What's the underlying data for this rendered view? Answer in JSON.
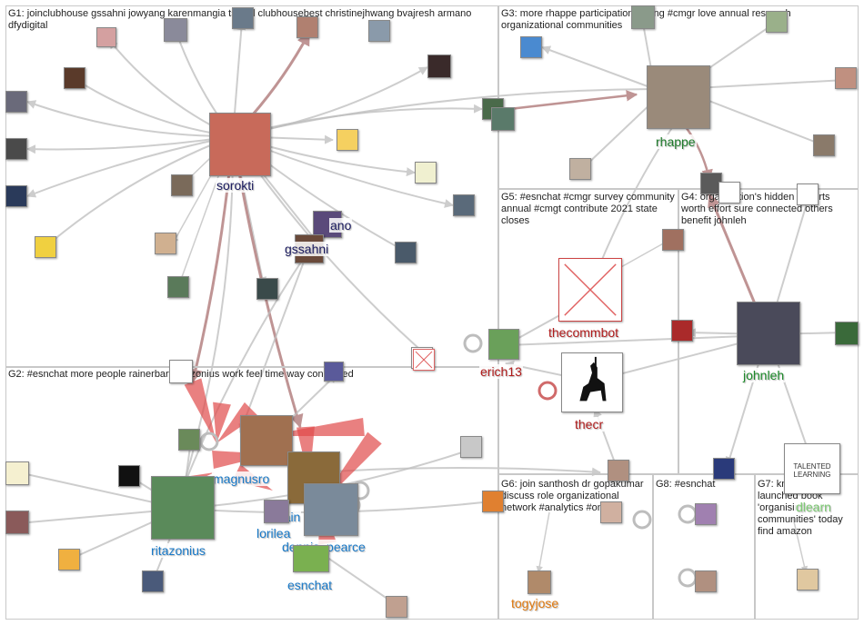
{
  "groups": [
    {
      "id": "G1",
      "label": "G1: joinclubhouse gssahni jowyang karenmangia tsedal clubhousebest christinejhwang bvajresh armano dfydigital"
    },
    {
      "id": "G2",
      "label": "G2: #esnchat more people rainerbartl ritazonius work feel time way connected"
    },
    {
      "id": "G3",
      "label": "G3: more rhappe participation calling #cmgr love annual research organizational communities"
    },
    {
      "id": "G4",
      "label": "G4: organization's hidden experts worth effort sure connected others benefit johnleh"
    },
    {
      "id": "G5",
      "label": "G5: #esnchat #cmgr survey community annual #cmgt contribute 2021 state closes"
    },
    {
      "id": "G6",
      "label": "G6: join santhosh dr gopakumar discuss role organizational network #analytics #ona"
    },
    {
      "id": "G7",
      "label": "G7: know officially launched book 'organising communities' today find amazon"
    },
    {
      "id": "G8",
      "label": "G8: #esnchat"
    }
  ],
  "labeled_nodes": [
    {
      "id": "sorokti",
      "label": "sorokti",
      "color": "#1a1a5e",
      "img": "#c86a5a"
    },
    {
      "id": "ano",
      "label": "ano",
      "color": "#1a1a5e",
      "img": "#5a4a7a"
    },
    {
      "id": "gssahni",
      "label": "gssahni",
      "color": "#1a1a5e",
      "img": "#6a4a3a"
    },
    {
      "id": "rhappe",
      "label": "rhappe",
      "color": "#1d7a2a",
      "img": "#9a8a7a"
    },
    {
      "id": "thecommbot",
      "label": "thecommbot",
      "color": "#b01c1c",
      "img": "#ffffff"
    },
    {
      "id": "erich13",
      "label": "erich13",
      "color": "#b01c1c",
      "img": "#6aa05a"
    },
    {
      "id": "thecr",
      "label": "thecr",
      "color": "#b01c1c",
      "img": "#ffffff"
    },
    {
      "id": "johnleh",
      "label": "johnleh",
      "color": "#1d8a2a",
      "img": "#4a4a5a"
    },
    {
      "id": "magnusro",
      "label": "magnusro",
      "color": "#1a7ac8",
      "img": "#a07050"
    },
    {
      "id": "ritazonius",
      "label": "ritazonius",
      "color": "#1a7ac8",
      "img": "#5a8a5a"
    },
    {
      "id": "rain",
      "label": "rain",
      "color": "#1a7ac8",
      "img": "#8a6a3a"
    },
    {
      "id": "lorilea",
      "label": "lorilea",
      "color": "#1a7ac8",
      "img": "#8a7a9a"
    },
    {
      "id": "dennis_pearce",
      "label": "dennis_pearce",
      "color": "#1a7ac8",
      "img": "#7a8a9a"
    },
    {
      "id": "esnchat",
      "label": "esnchat",
      "color": "#1a7ac8",
      "img": "#7ab050"
    },
    {
      "id": "togyjose",
      "label": "togyjose",
      "color": "#e07a10",
      "img": "#b08a6a"
    },
    {
      "id": "dlearn",
      "label": "dlearn",
      "color": "#7ac870",
      "img": "#ffffff"
    }
  ],
  "edge_colors": {
    "gray": "#bdbdbd",
    "red": "#e04a4a",
    "brown": "#b07a7a"
  }
}
